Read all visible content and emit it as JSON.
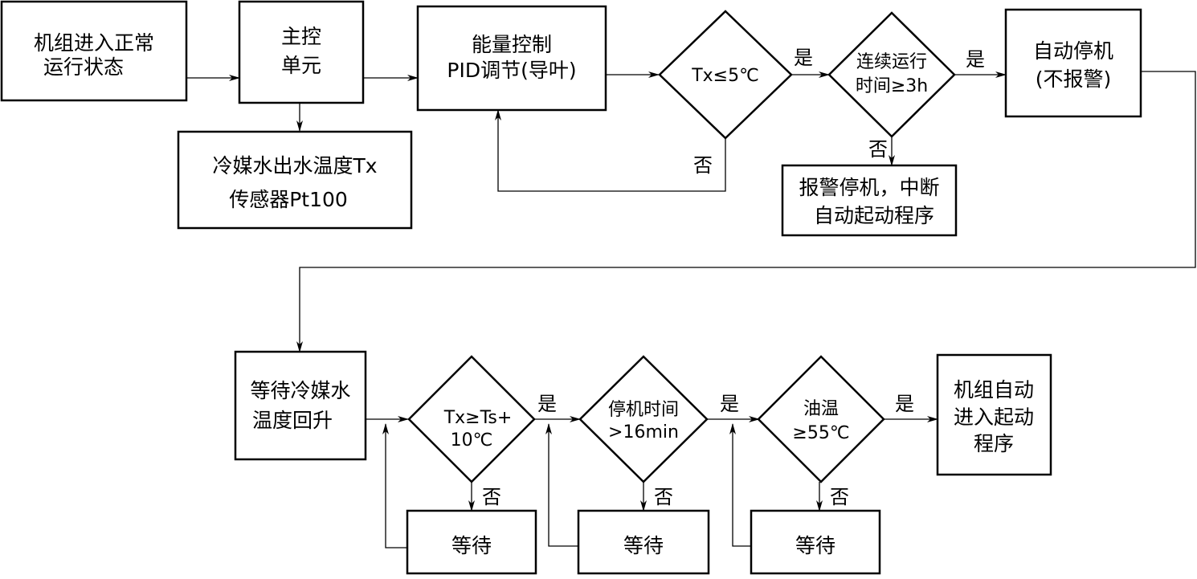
{
  "boxes": {
    "normal_run": [
      "机组进入正常",
      "运行状态"
    ],
    "main_control": [
      "主控",
      "单元"
    ],
    "energy_pid": [
      "能量控制",
      "PID调节(导叶)"
    ],
    "sensor": [
      "冷媒水出水温度Tx",
      "传感器Pt100"
    ],
    "auto_stop": [
      "自动停机",
      "(不报警)"
    ],
    "alarm_stop": [
      "报警停机，中断",
      "自动起动程序"
    ],
    "wait_rise": [
      "等待冷媒水",
      "温度回升"
    ],
    "auto_start": [
      "机组自动",
      "进入起动",
      "程序"
    ],
    "wait1": "等待",
    "wait2": "等待",
    "wait3": "等待"
  },
  "decisions": {
    "tx_le_5": [
      "Tx≤5℃"
    ],
    "run_3h": [
      "连续运行",
      "时间≥3h"
    ],
    "tx_ge_ts": [
      "Tx≥Ts+",
      "10℃"
    ],
    "stop_16": [
      "停机时间",
      ">16min"
    ],
    "oil_55": [
      "油温",
      "≥55℃"
    ]
  },
  "labels": {
    "yes_1": "是",
    "yes_2": "是",
    "no_1": "否",
    "no_2": "否",
    "yes_3": "是",
    "yes_4": "是",
    "yes_5": "是",
    "no_3": "否",
    "no_4": "否",
    "no_5": "否"
  }
}
